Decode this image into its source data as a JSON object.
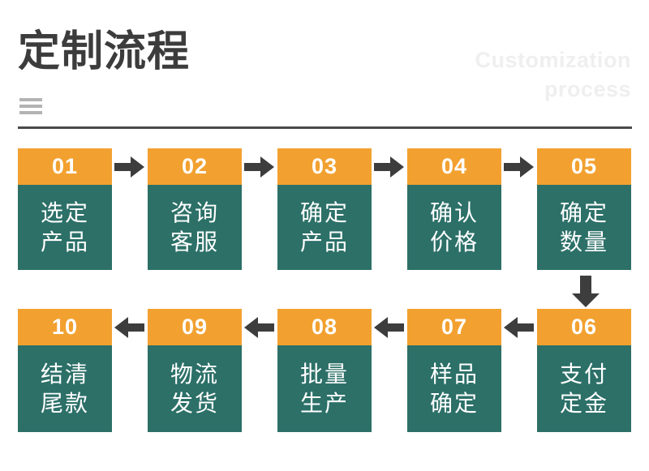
{
  "header": {
    "title": "定制流程",
    "subtitle_lines": [
      "Customization",
      "process"
    ],
    "decoration_icon": "hamburger-lines-icon"
  },
  "colors": {
    "orange": "#F2A130",
    "teal": "#2C7068",
    "arrow": "#3D3D3D",
    "title": "#3C3C3C",
    "subtitle": "#EFEFEF",
    "divider": "#4A4A4A",
    "decoration": "#B3B3B3",
    "background": "#FFFFFF"
  },
  "flow": {
    "direction_row_1": "left-to-right",
    "direction_row_2": "right-to-left",
    "connector_between_rows": "arrow-down-icon",
    "row_1": [
      {
        "number": "01",
        "label_lines": [
          "选定",
          "产品"
        ]
      },
      {
        "number": "02",
        "label_lines": [
          "咨询",
          "客服"
        ]
      },
      {
        "number": "03",
        "label_lines": [
          "确定",
          "产品"
        ]
      },
      {
        "number": "04",
        "label_lines": [
          "确认",
          "价格"
        ]
      },
      {
        "number": "05",
        "label_lines": [
          "确定",
          "数量"
        ]
      }
    ],
    "row_2": [
      {
        "number": "10",
        "label_lines": [
          "结清",
          "尾款"
        ]
      },
      {
        "number": "09",
        "label_lines": [
          "物流",
          "发货"
        ]
      },
      {
        "number": "08",
        "label_lines": [
          "批量",
          "生产"
        ]
      },
      {
        "number": "07",
        "label_lines": [
          "样品",
          "确定"
        ]
      },
      {
        "number": "06",
        "label_lines": [
          "支付",
          "定金"
        ]
      }
    ]
  }
}
